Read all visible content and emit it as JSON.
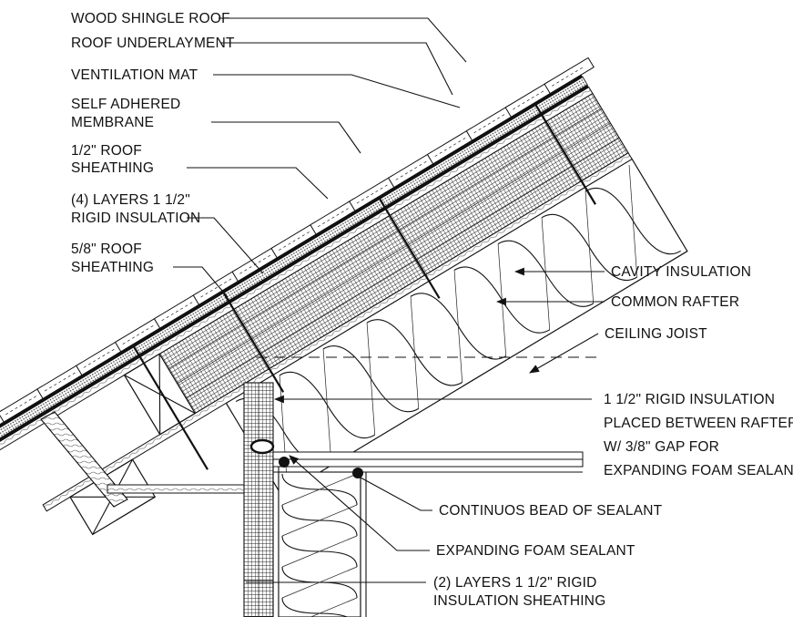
{
  "labels": {
    "wood_shingle_roof": "WOOD SHINGLE ROOF",
    "roof_underlayment": "ROOF UNDERLAYMENT",
    "ventilation_mat": "VENTILATION MAT",
    "self_adhered_membrane": [
      "SELF ADHERED",
      "MEMBRANE"
    ],
    "half_inch_roof_sheathing": [
      "1/2\" ROOF",
      "SHEATHING"
    ],
    "rigid_insulation_layers": [
      "(4) LAYERS 1 1/2\"",
      "RIGID INSULATION"
    ],
    "five_eighths_roof_sheathing": [
      "5/8\" ROOF",
      "SHEATHING"
    ],
    "cavity_insulation": "CAVITY INSULATION",
    "common_rafter": "COMMON RAFTER",
    "ceiling_joist": "CEILING JOIST",
    "rigid_between_rafters": [
      "1 1/2\" RIGID INSULATION",
      "PLACED BETWEEN RAFTERS",
      "W/ 3/8\" GAP FOR",
      "EXPANDING FOAM SEALANT"
    ],
    "continuous_bead": "CONTINUOS BEAD OF SEALANT",
    "expanding_foam": "EXPANDING FOAM SEALANT",
    "rigid_sheathing_layers": [
      "(2) LAYERS 1 1/2\" RIGID",
      "INSULATION SHEATHING"
    ]
  }
}
